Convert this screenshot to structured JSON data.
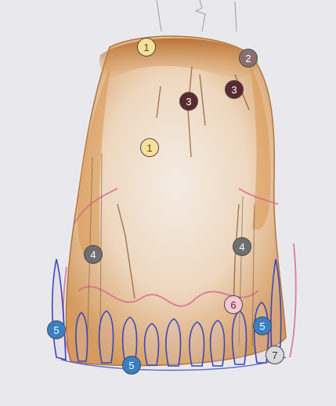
{
  "markers": [
    {
      "id": "m1a",
      "label": "1",
      "bg": "#f6e09a",
      "fg": "#5a4a16"
    },
    {
      "id": "m1b",
      "label": "1",
      "bg": "#f6e09a",
      "fg": "#5a4a16"
    },
    {
      "id": "m2",
      "label": "2",
      "bg": "#8b6f6f",
      "fg": "#ffffff"
    },
    {
      "id": "m3a",
      "label": "3",
      "bg": "#5a2a30",
      "fg": "#ffffff"
    },
    {
      "id": "m3b",
      "label": "3",
      "bg": "#5a2a30",
      "fg": "#ffffff"
    },
    {
      "id": "m4a",
      "label": "4",
      "bg": "#6f6f6f",
      "fg": "#ffffff"
    },
    {
      "id": "m4b",
      "label": "4",
      "bg": "#6f6f6f",
      "fg": "#ffffff"
    },
    {
      "id": "m5a",
      "label": "5",
      "bg": "#3a7fc4",
      "fg": "#ffffff"
    },
    {
      "id": "m5b",
      "label": "5",
      "bg": "#3a7fc4",
      "fg": "#ffffff"
    },
    {
      "id": "m5c",
      "label": "5",
      "bg": "#3a7fc4",
      "fg": "#ffffff"
    },
    {
      "id": "m6",
      "label": "6",
      "bg": "#f7c6d6",
      "fg": "#5a2a3a"
    },
    {
      "id": "m7",
      "label": "7",
      "bg": "#d9d9d9",
      "fg": "#333333"
    }
  ],
  "colors": {
    "paper": "#e9e9ed",
    "ochre": "#c98a45",
    "brown": "#7a4318",
    "pink": "#d96a8e",
    "blue": "#3b48b8"
  }
}
